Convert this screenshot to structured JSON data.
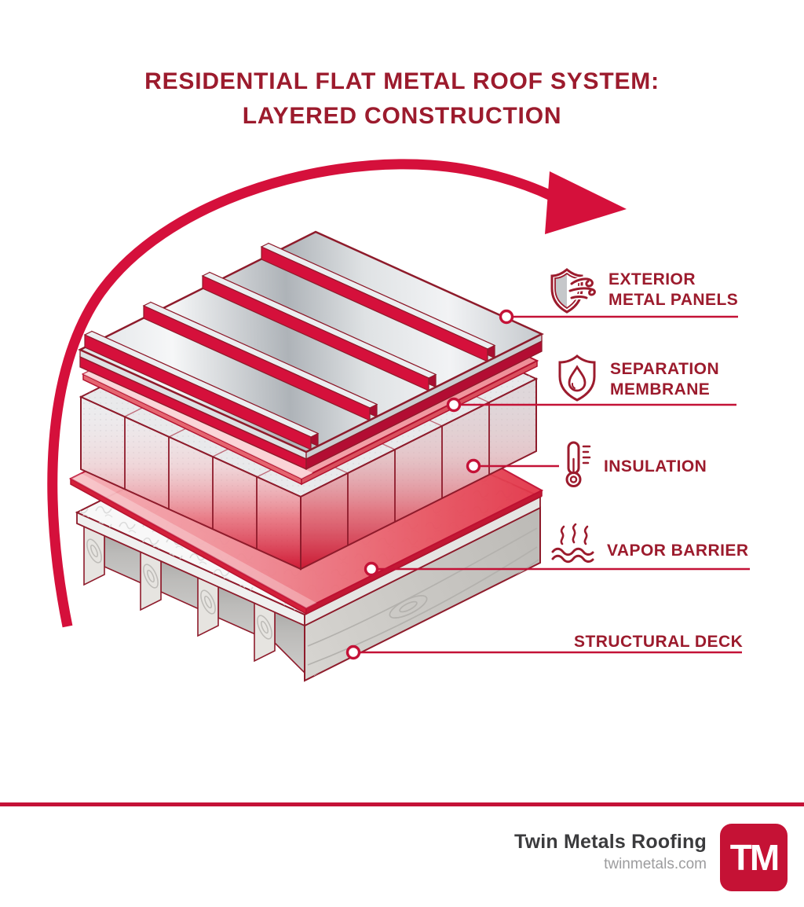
{
  "title": {
    "line1": "RESIDENTIAL FLAT METAL ROOF SYSTEM:",
    "line2": "LAYERED CONSTRUCTION"
  },
  "labels": [
    {
      "id": "exterior-metal-panels",
      "line1": "EXTERIOR",
      "line2": "METAL PANELS",
      "icon": "shield-wind-icon"
    },
    {
      "id": "separation-membrane",
      "line1": "SEPARATION",
      "line2": "MEMBRANE",
      "icon": "shield-droplet-icon"
    },
    {
      "id": "insulation",
      "line1": "INSULATION",
      "icon": "thermometer-icon"
    },
    {
      "id": "vapor-barrier",
      "line1": "VAPOR BARRIER",
      "icon": "steam-icon"
    },
    {
      "id": "structural-deck",
      "line1": "STRUCTURAL DECK",
      "icon": null
    }
  ],
  "footer": {
    "brand": "Twin Metals Roofing",
    "website": "twinmetals.com",
    "logo_text": "TM"
  },
  "colors": {
    "maroon_text": "#9c1b2d",
    "bright_red": "#d5103b",
    "leader_line_red": "#c41237",
    "logo_red": "#c51235",
    "metal_gray": "#c7cacd",
    "membrane_pink": "#f3a6ad",
    "vapor_red": "#e85663",
    "wood_gray": "#cbc9c5"
  }
}
